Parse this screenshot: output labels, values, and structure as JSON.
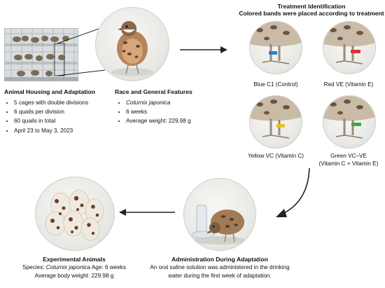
{
  "housing": {
    "title": "Animal Housing and Adaptation",
    "items": [
      "5 cages with double divisions",
      "6 quails per division",
      "60 quails in total",
      "April 23 to May 3, 2023"
    ]
  },
  "race": {
    "title": "Race and General Features",
    "items": [
      "Coturnix japonica",
      "6 weeks",
      "Average weight: 229.98 g"
    ]
  },
  "treatment": {
    "title_line1": "Treatment Identification",
    "title_line2": "Colored bands were placed according to treatment",
    "groups": [
      {
        "label": "Blue C1 (Control)",
        "color": "#2a7fd4"
      },
      {
        "label": "Red VE (Vitamin E)",
        "color": "#d8323a"
      },
      {
        "label": "Yellow VC (Vitamin C)",
        "color": "#e8c21a"
      },
      {
        "label_line1": "Green VC–VE",
        "label_line2": "(Vitamin C + Vitamin E)",
        "color": "#3aa845"
      }
    ]
  },
  "administration": {
    "title": "Administration During Adaptation",
    "line1": "An oral saline solution was administered in the drinking",
    "line2": "water during the first week of adaptation."
  },
  "experimental": {
    "title": "Experimental Animals",
    "species_prefix": "Species: ",
    "species_name": "Coturnix japonica",
    "age": " Age: 6 weeks",
    "weight": "Average body weight: 229.98 g"
  }
}
